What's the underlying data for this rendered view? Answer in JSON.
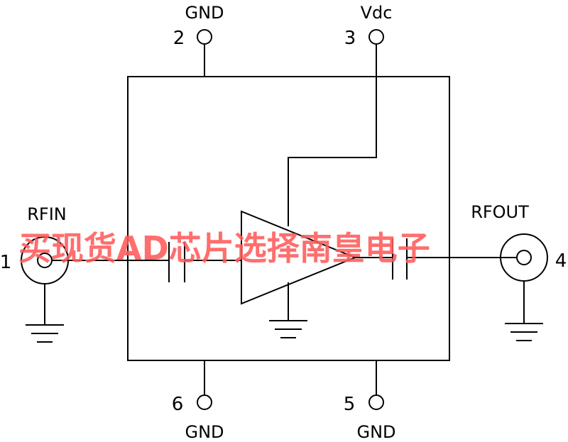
{
  "pins": [
    {
      "number": "1",
      "label": "RFIN"
    },
    {
      "number": "2",
      "label": "GND"
    },
    {
      "number": "3",
      "label": "Vdc"
    },
    {
      "number": "4",
      "label": "RFOUT"
    },
    {
      "number": "5",
      "label": "GND"
    },
    {
      "number": "6",
      "label": "GND"
    }
  ],
  "watermark": "买现货AD芯片选择南皇电子",
  "colors": {
    "line": "#000000",
    "watermark": "#ff5a5a",
    "background": "#ffffff"
  }
}
